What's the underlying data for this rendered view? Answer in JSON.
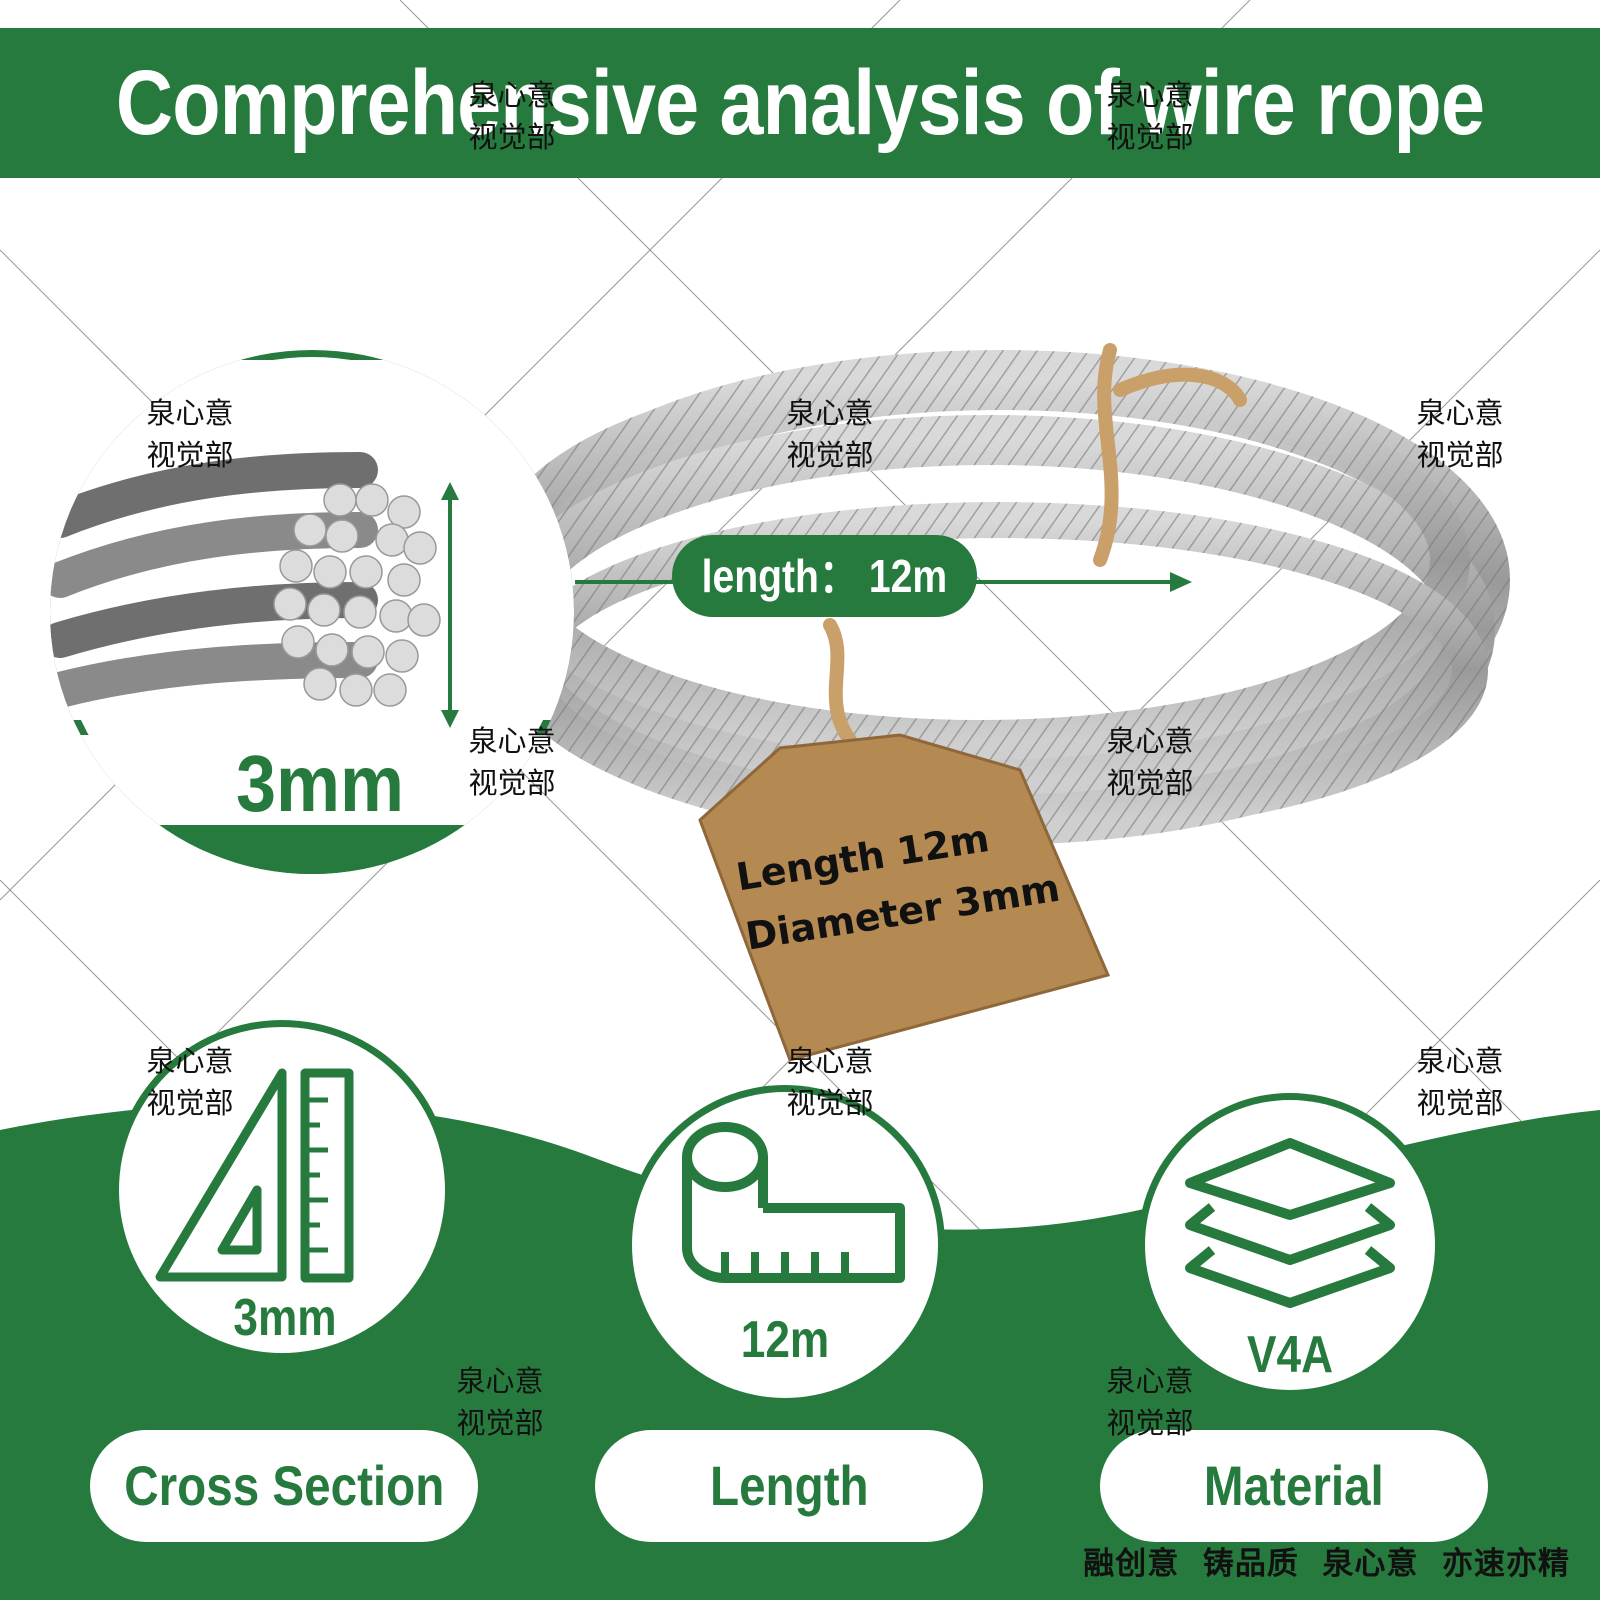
{
  "header": {
    "title": "Comprehensive analysis of wire rope"
  },
  "callout": {
    "diameter_label": "3mm",
    "length_badge": "length： 12m"
  },
  "tag": {
    "line1": "Length 12m",
    "line2": "Diameter 3mm"
  },
  "features": [
    {
      "icon": "ruler-triangle-icon",
      "value": "3mm",
      "label": "Cross Section"
    },
    {
      "icon": "tape-measure-icon",
      "value": "12m",
      "label": "Length"
    },
    {
      "icon": "layers-icon",
      "value": "V4A",
      "label": "Material"
    }
  ],
  "watermark": {
    "line1": "泉心意",
    "line2": "视觉部"
  },
  "slogan": "融创意  铸品质  泉心意  亦速亦精",
  "colors": {
    "brand_green": "#267a3e",
    "tag_brown": "#b58a52",
    "wire_gray": "#a9a9a9"
  }
}
